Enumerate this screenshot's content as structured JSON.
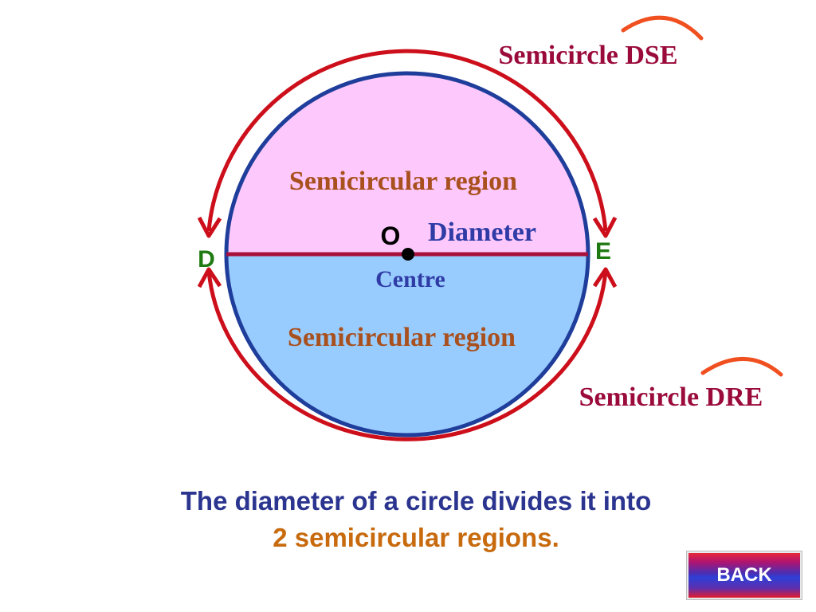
{
  "diagram": {
    "label_semicircle_top": "Semicircle DSE",
    "label_semicircle_bottom": "Semicircle DRE",
    "label_region_top": "Semicircular region",
    "label_region_bottom": "Semicircular region",
    "label_centre_letter": "O",
    "label_diameter": "Diameter",
    "label_centre": "Centre",
    "label_point_left": "D",
    "label_point_right": "E"
  },
  "caption": {
    "line1": "The diameter of a circle divides it into",
    "line2": "2 semicircular regions."
  },
  "back_button": {
    "label": "BACK"
  },
  "colors": {
    "top_region": "#fdc8fb",
    "bottom_region": "#99ccfe",
    "circle_outline": "#1f3d9a",
    "diameter_line": "#a8103c",
    "outer_arcs": "#cc0f1b",
    "point_labels": "#1f7a12",
    "semicircle_labels": "#9a0a3a",
    "region_labels": "#a8501e",
    "centre_label": "#2f3ca6",
    "caption_line1": "#2b3590",
    "caption_line2": "#c86a0e",
    "hat_arcs": "#f05020"
  }
}
